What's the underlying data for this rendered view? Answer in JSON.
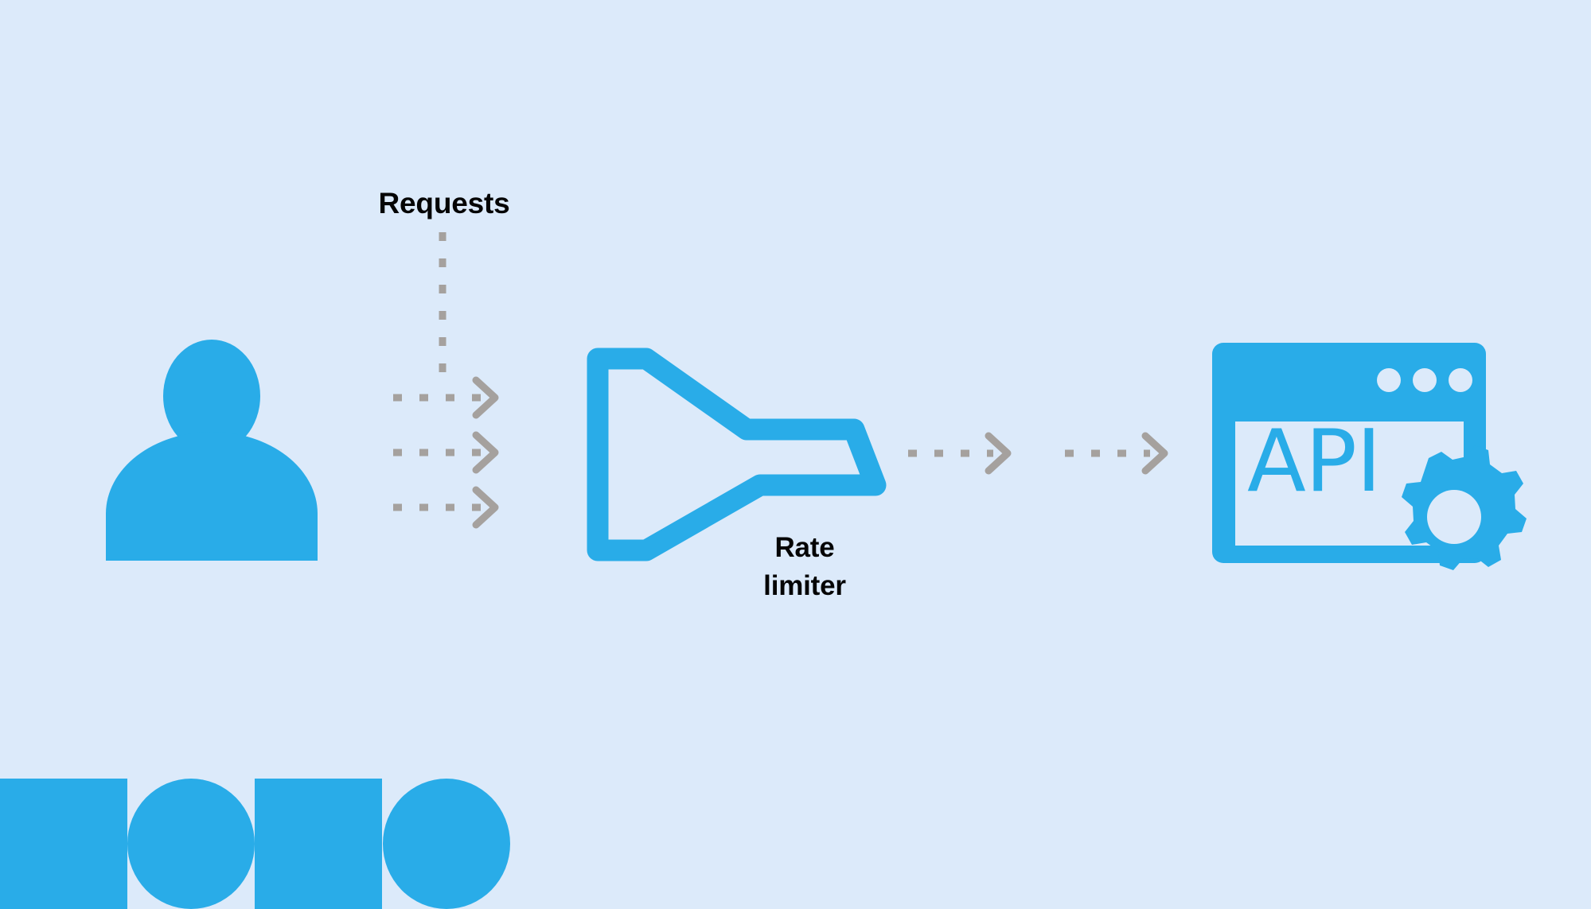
{
  "diagram": {
    "title": "Rate limiter request flow",
    "background_color": "#dceafa",
    "accent_color": "#29ace8",
    "dashed_color": "#a5a19e",
    "text_color": "#050505",
    "panel_color": "#dceafa"
  },
  "labels": {
    "requests": "Requests",
    "rate_limiter_line1": "Rate",
    "rate_limiter_line2": "limiter",
    "api": "API"
  },
  "nodes": [
    {
      "id": "user",
      "name": "user-icon",
      "label": ""
    },
    {
      "id": "rate-limiter",
      "name": "funnel-icon",
      "label": "Rate limiter"
    },
    {
      "id": "api",
      "name": "api-window-icon",
      "label": "API"
    }
  ],
  "flows": {
    "client_to_limiter_arrows": 3,
    "limiter_to_api_arrows": 2,
    "vertical_connector_from_label": true
  },
  "decorations": {
    "bottom_left_shapes": [
      "square",
      "circle",
      "square",
      "circle"
    ]
  }
}
